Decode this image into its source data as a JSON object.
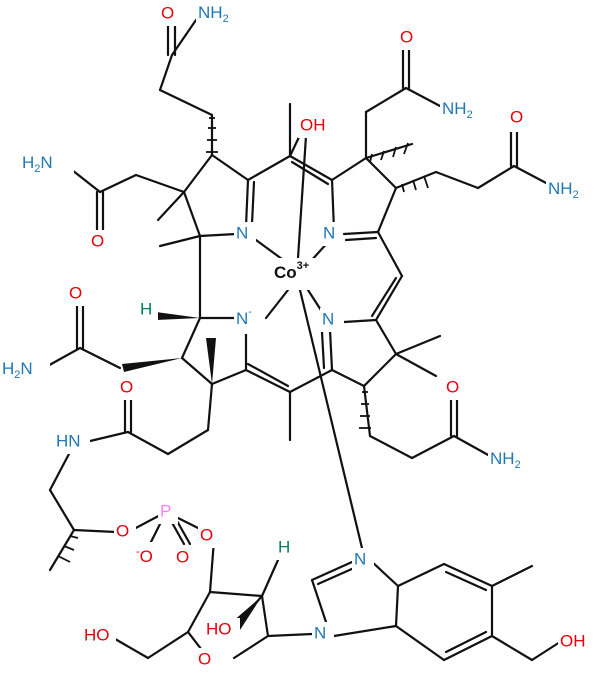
{
  "colors": {
    "bond": "#111111",
    "O": "#e8000a",
    "N": "#1f78b4",
    "P": "#ff80ff",
    "H": "#008060",
    "Co": "#111111"
  },
  "atoms": {
    "o_top_left": "O",
    "nh2_top_left": "NH",
    "nh2_top_left_sub": "2",
    "oh_top": "OH",
    "o_top_right": "O",
    "nh2_top_right": "NH",
    "nh2_top_right_sub": "2",
    "o_far_right": "O",
    "nh2_far_right": "NH",
    "nh2_far_right_sub": "2",
    "h2n_left": "H",
    "h2n_left_sub": "2",
    "h2n_left_tail": "N",
    "o_left": "O",
    "n_left_top": "N",
    "co": "Co",
    "co_charge": "3+",
    "n_right_top": "N",
    "h_stereo": "H",
    "n_minus": "N",
    "n_minus_charge": "-",
    "n_right_bottom": "N",
    "o_left_mid": "O",
    "h2n_left_mid": "H",
    "h2n_left_mid_sub": "2",
    "h2n_left_mid_tail": "N",
    "o_right_mid": "O",
    "nh2_right_mid": "NH",
    "nh2_right_mid_sub": "2",
    "o_amide": "O",
    "hn_amide": "HN",
    "p": "P",
    "o_ester_left": "O",
    "o_minus": "O",
    "o_minus_charge": "-",
    "o_double": "O",
    "o_ester_right": "O",
    "h_sugar": "H",
    "n_benz_top": "N",
    "ho_left": "HO",
    "ho_sugar": "HO",
    "n_benz_bottom": "N",
    "o_ring": "O",
    "oh_right": "OH"
  }
}
